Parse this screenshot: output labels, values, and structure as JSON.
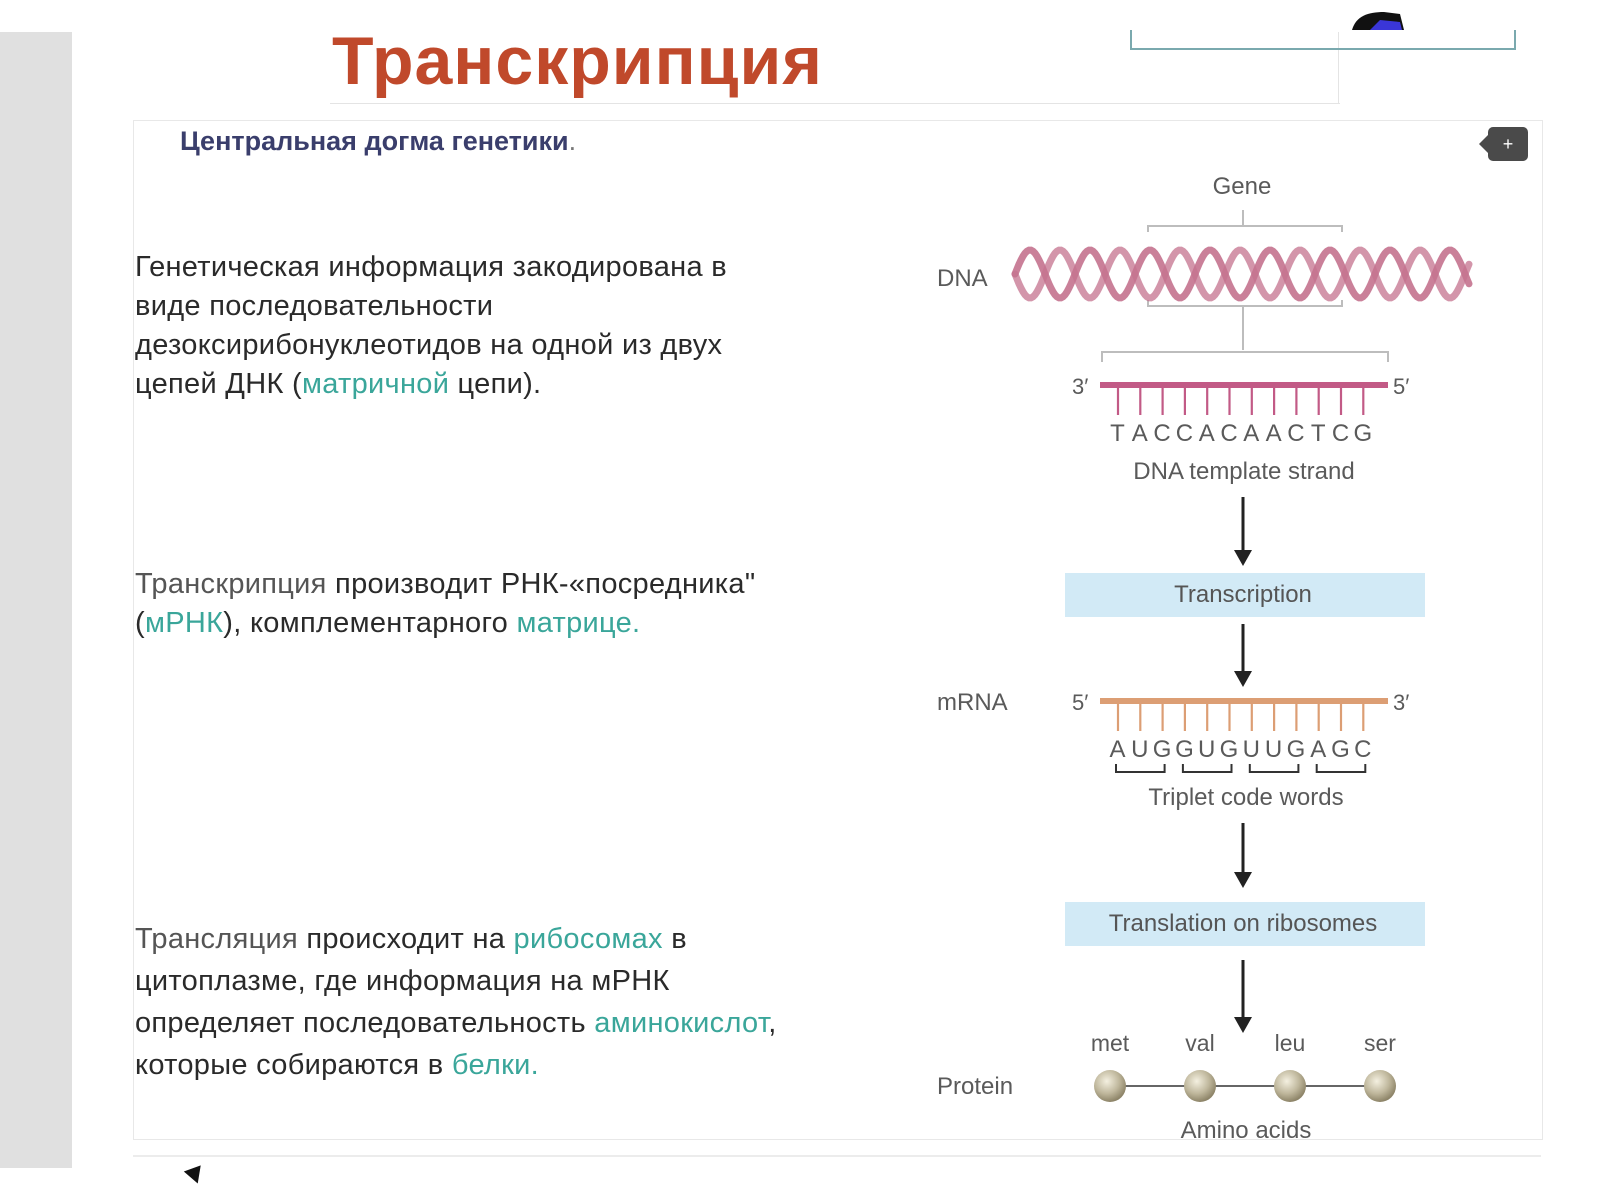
{
  "slide": {
    "title": "Транскрипция",
    "subtitle": "Центральная догма генетики",
    "subtitle_dot": ".",
    "expand_icon": "+"
  },
  "paragraphs": {
    "p1": {
      "t1": "Генетическая информация закодирована в виде последовательности дезоксирибонуклеотидов на одной из двух цепей ДНК (",
      "h1": "матричной",
      "t2": " цепи)."
    },
    "p2": {
      "m1": "Транскрипция",
      "t1": " производит РНК-«посредника\" (",
      "h1": "мРНК",
      "t2": "), комплементарного ",
      "h2": "матрице."
    },
    "p3": {
      "m1": "Трансляция",
      "t1": " происходит на ",
      "h1": "рибосомах",
      "t2": " в цитоплазме, где информация на мРНК определяет последовательность ",
      "h2": "аминокислот",
      "t3": ", которые собираются в ",
      "h3": "белки."
    }
  },
  "diagram": {
    "gene_label": "Gene",
    "dna_label": "DNA",
    "template": {
      "end_left": "3′",
      "end_right": "5′",
      "bases": [
        "T",
        "A",
        "C",
        "C",
        "A",
        "C",
        "A",
        "A",
        "C",
        "T",
        "C",
        "G"
      ],
      "caption": "DNA template strand"
    },
    "transcription_label": "Transcription",
    "mrna": {
      "label": "mRNA",
      "end_left": "5′",
      "end_right": "3′",
      "bases": [
        "A",
        "U",
        "G",
        "G",
        "U",
        "G",
        "U",
        "U",
        "G",
        "A",
        "G",
        "C"
      ],
      "caption": "Triplet code words"
    },
    "translation_label": "Translation on ribosomes",
    "protein": {
      "label": "Protein",
      "amino_acids": [
        "met",
        "val",
        "leu",
        "ser"
      ],
      "caption": "Amino acids"
    },
    "colors": {
      "dna": "#c4728e",
      "template_strand": "#c25a86",
      "mrna_strand": "#dc9e74",
      "process_box": "#d2eaf6",
      "text": "#5a5a5a",
      "amino_bead": "#bfb79c"
    }
  }
}
